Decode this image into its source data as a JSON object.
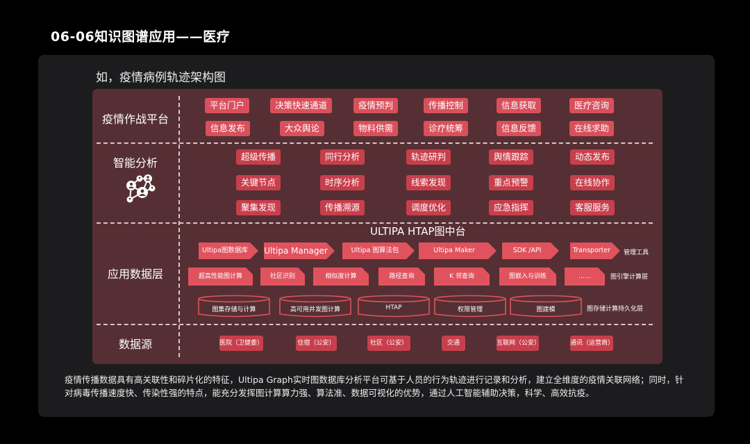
{
  "page_title": "06-06知识图谱应用——医疗",
  "subtitle": "如，疫情病例轨迹架构图",
  "colors": {
    "background": "#000000",
    "card": "#1c1c1e",
    "panel": "#552f33",
    "tag": "#d9505c",
    "tag_dark": "#c83f4c",
    "divider": "#d9c7c8"
  },
  "layers": {
    "platform": {
      "label": "疫情作战平台",
      "row1": [
        "平台门户",
        "决策快速通道",
        "疫情预判",
        "传播控制",
        "信息获取",
        "医疗咨询"
      ],
      "row2": [
        "信息发布",
        "大众舆论",
        "物料供需",
        "诊疗统筹",
        "信息反馈",
        "在线求助"
      ]
    },
    "analysis": {
      "label": "智能分析",
      "icon": "network-people-icon",
      "row1": [
        "超级传播",
        "同行分析",
        "轨迹研判",
        "舆情跟踪",
        "动态发布"
      ],
      "row2": [
        "关键节点",
        "时序分析",
        "线索发现",
        "重点预警",
        "在线协作"
      ],
      "row3": [
        "聚集发现",
        "传播溯源",
        "调度优化",
        "应急指挥",
        "客服服务"
      ]
    },
    "app_data": {
      "label": "应用数据层",
      "htap_title": "ULTIPA HTAP图中台",
      "tools": [
        "Ultipa图数据库",
        "Ultipa Manager",
        "Ultipa 图算法包",
        "Ultipa Maker",
        "SDK /API",
        "Transporter"
      ],
      "tools_note": "管理工具",
      "engine": [
        "超高性能图计算",
        "社区识别",
        "相似度计算",
        "路径查询",
        "K 邻查询",
        "图嵌入与训练",
        "……"
      ],
      "engine_note": "图引擎计算层",
      "storage": [
        "图集存储与计算",
        "高可用并发图计算",
        "HTAP",
        "权限管理",
        "图建模"
      ],
      "storage_note": "图存储计算持久化层"
    },
    "data_source": {
      "label": "数据源",
      "items": [
        "医院（卫健委）",
        "住宿（公安）",
        "社区（公安）",
        "交通",
        "互联网（公安）",
        "通讯（运营商）"
      ]
    }
  },
  "description": "疫情传播数据具有高关联性和碎片化的特征，Ultipa Graph实时图数据库分析平台可基于人员的行为轨迹进行记录和分析，建立全维度的疫情关联网络；同时，针对病毒传播速度快、传染性强的特点，能充分发挥图计算算力强、算法准、数据可视化的优势，通过人工智能辅助决策，科学、高效抗疫。"
}
